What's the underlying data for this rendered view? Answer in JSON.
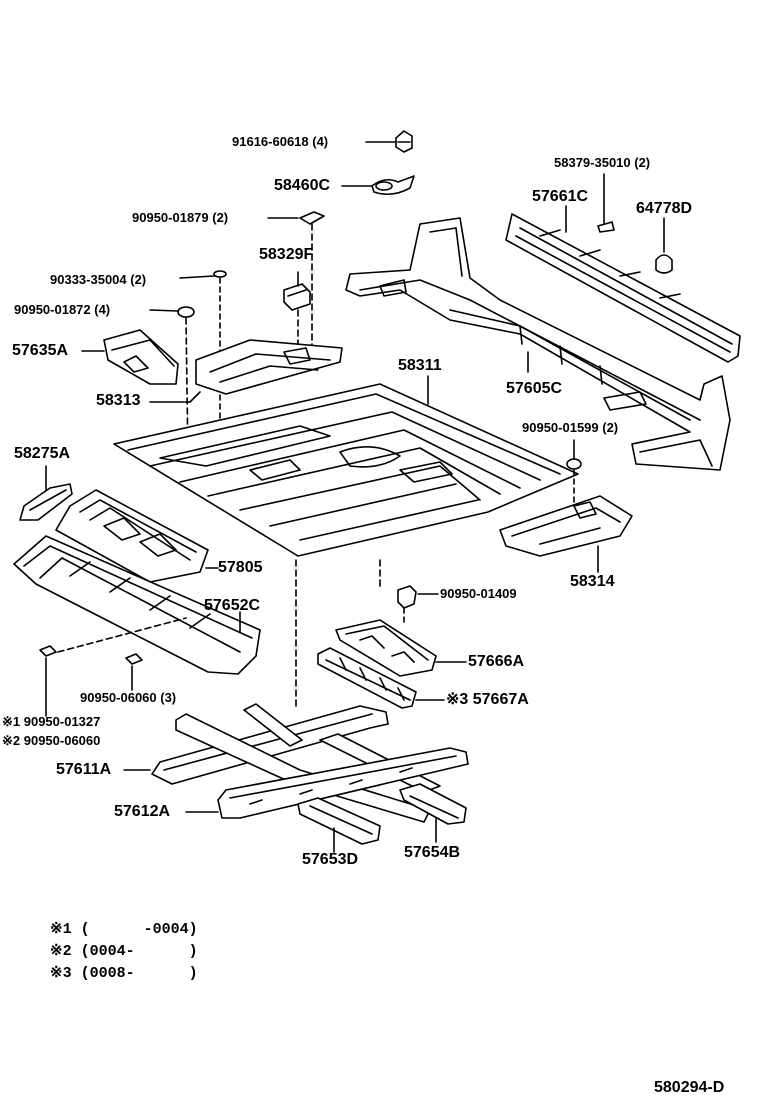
{
  "callouts": {
    "p91616": "91616-60618 (4)",
    "p58460": "58460C",
    "p90950_01879": "90950-01879 (2)",
    "p58329": "58329F",
    "p90333": "90333-35004 (2)",
    "p90950_01872": "90950-01872 (4)",
    "p57635": "57635A",
    "p58313": "58313",
    "p58311": "58311",
    "p58275": "58275A",
    "p57805": "57805",
    "p57652": "57652C",
    "p90950_06060_3": "90950-06060 (3)",
    "p90950_01327": "※1 90950-01327",
    "p90950_06060": "※2 90950-06060",
    "p57611": "57611A",
    "p57612": "57612A",
    "p57653": "57653D",
    "p57654": "57654B",
    "p58379": "58379-35010 (2)",
    "p57661": "57661C",
    "p64778": "64778D",
    "p57605": "57605C",
    "p90950_01599": "90950-01599 (2)",
    "p58314": "58314",
    "p90950_01409": "90950-01409",
    "p57666": "57666A",
    "p57667": "※3 57667A"
  },
  "notes": [
    "※1 (      -0004)",
    "※2 (0004-      )",
    "※3 (0008-      )"
  ],
  "diagram_code": "580294-D"
}
